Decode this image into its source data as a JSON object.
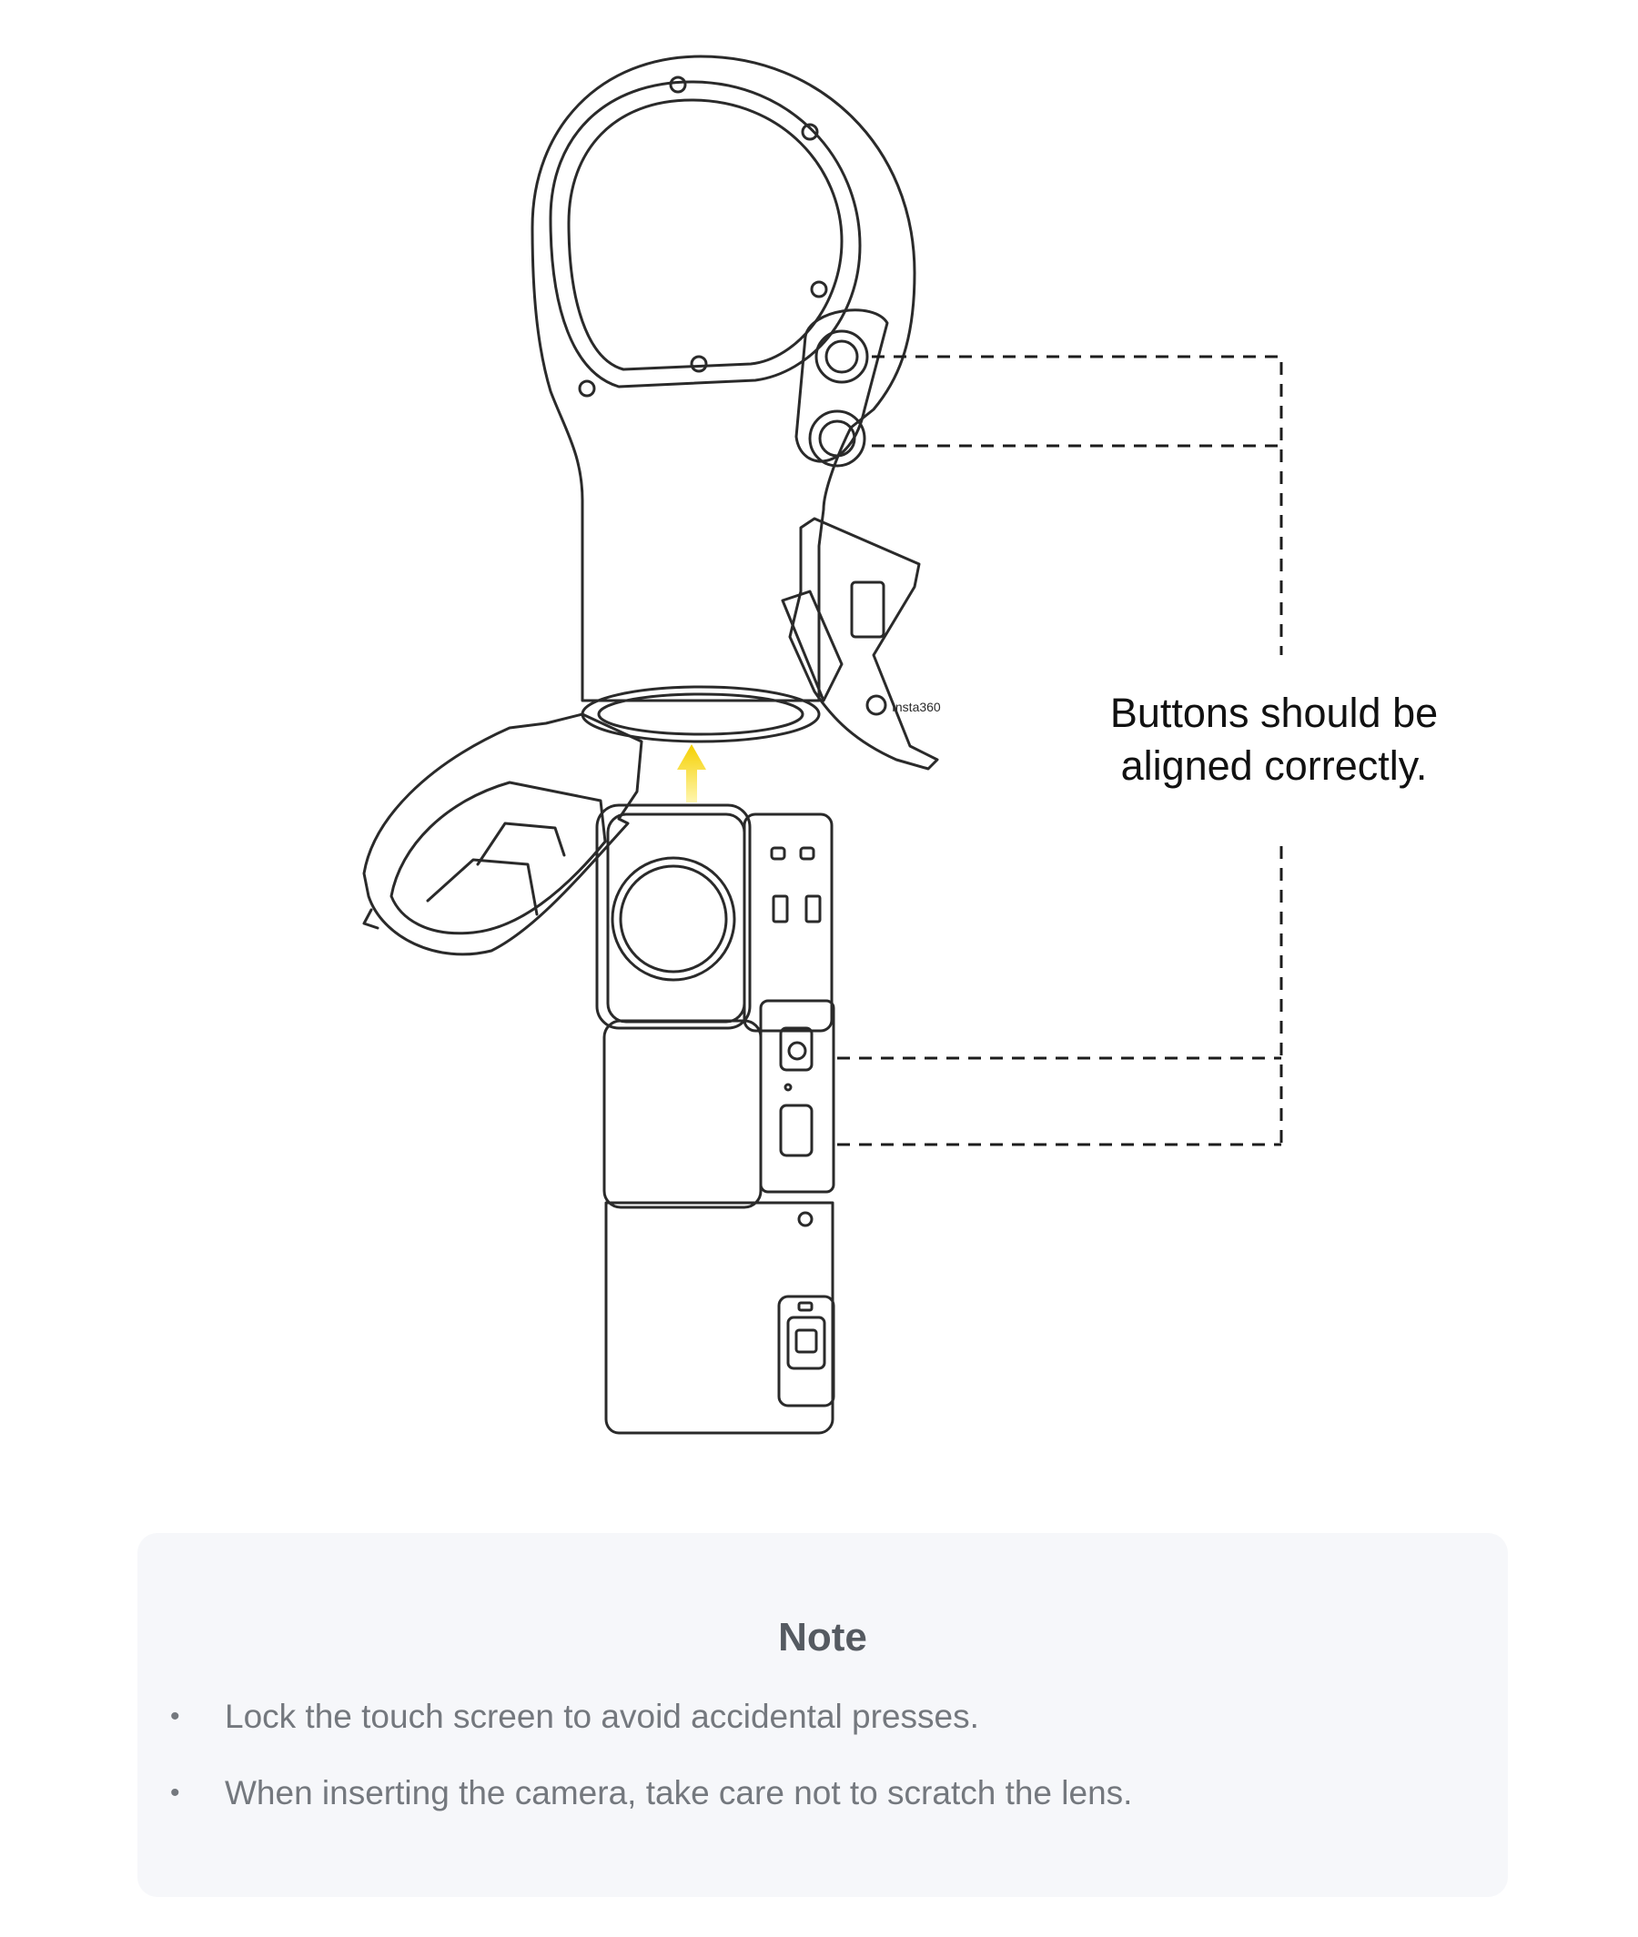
{
  "callout": {
    "line1": "Buttons should be",
    "line2": "aligned correctly."
  },
  "note": {
    "title": "Note",
    "items": [
      "Lock the touch screen to avoid accidental presses.",
      "When inserting the camera, take care not to scratch the lens."
    ]
  },
  "icons": {
    "arrow": "insert-arrow-icon"
  },
  "colors": {
    "arrow": "#f5d327",
    "line": "#2a2a2a",
    "note_bg": "#f6f7fa"
  }
}
